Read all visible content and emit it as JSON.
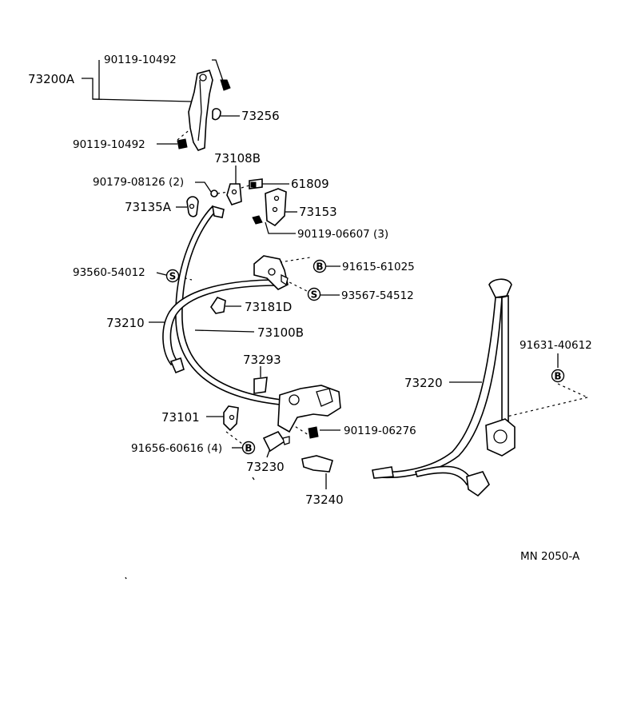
{
  "labels": {
    "p73200A": "73200A",
    "p90119_10492_top": "90119-10492",
    "p73256": "73256",
    "p90119_10492_bot": "90119-10492",
    "p73108B": "73108B",
    "p90179_08126": "90179-08126 (2)",
    "p61809": "61809",
    "p73135A": "73135A",
    "p73153": "73153",
    "p90119_06607": "90119-06607 (3)",
    "p93560_54012": "93560-54012",
    "p91615_61025": "91615-61025",
    "p93567_54512": "93567-54512",
    "p73181D": "73181D",
    "p73210": "73210",
    "p73100B": "73100B",
    "p91631_40612": "91631-40612",
    "p73293": "73293",
    "p73220": "73220",
    "p73101": "73101",
    "p90119_06276": "90119-06276",
    "p91656_60616": "91656-60616 (4)",
    "p73230": "73230",
    "p73240": "73240",
    "diagram_code": "MN 2050-A"
  },
  "markers": {
    "b": "B",
    "s": "S"
  }
}
